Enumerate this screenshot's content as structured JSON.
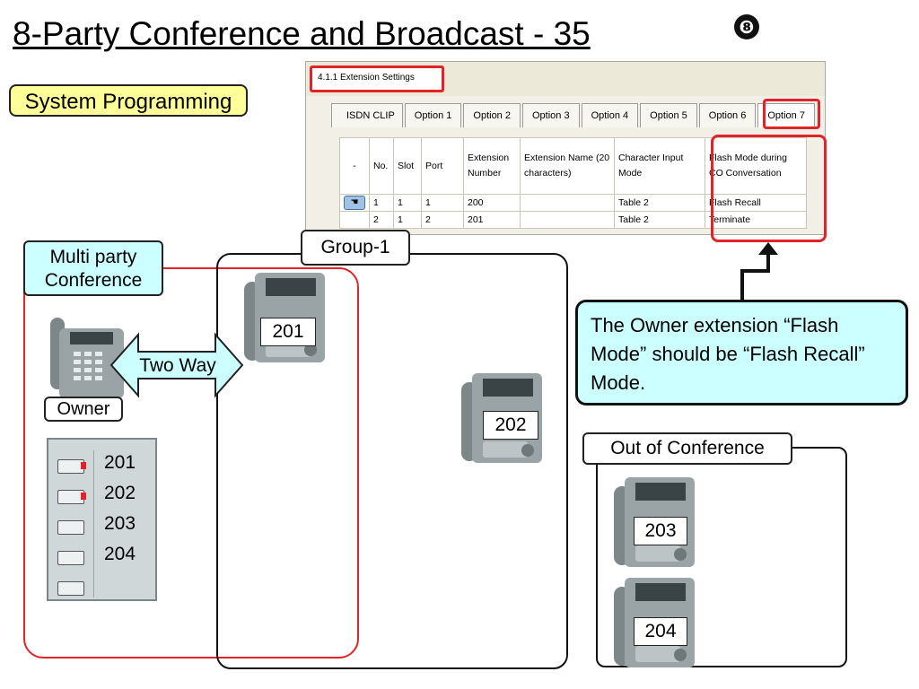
{
  "slide": {
    "title": "8-Party Conference and Broadcast - 35",
    "step_badge": "❽",
    "system_programming_label": "System Programming"
  },
  "screenshot": {
    "window_tab": "4.1.1 Extension Settings",
    "tabs": [
      "ISDN CLIP",
      "Option 1",
      "Option 2",
      "Option 3",
      "Option 4",
      "Option 5",
      "Option 6",
      "Option 7"
    ],
    "active_tab": "Option 7",
    "columns": [
      "-",
      "No.",
      "Slot",
      "Port",
      "Extension Number",
      "Extension Name (20 characters)",
      "Character Input Mode",
      "Flash Mode during CO Conversation"
    ],
    "rows": [
      {
        "no": "1",
        "slot": "1",
        "port": "1",
        "ext": "200",
        "name": "",
        "input_mode": "Table 2",
        "flash_mode": "Flash Recall"
      },
      {
        "no": "2",
        "slot": "1",
        "port": "2",
        "ext": "201",
        "name": "",
        "input_mode": "Table 2",
        "flash_mode": "Terminate"
      }
    ]
  },
  "labels": {
    "multi_party": "Multi party Conference",
    "group": "Group-1",
    "two_way": "Two Way",
    "owner": "Owner",
    "out_of_conference": "Out of Conference",
    "callout": "The Owner extension “Flash Mode” should be “Flash Recall” Mode."
  },
  "phones": {
    "p201": "201",
    "p202": "202",
    "p203": "203",
    "p204": "204"
  },
  "key_panel": {
    "keys": [
      "201",
      "202",
      "203",
      "204",
      ""
    ],
    "lit": [
      true,
      true,
      false,
      false,
      false
    ]
  },
  "colors": {
    "highlight_red": "#e0242a",
    "callout_bg": "#ccffff",
    "sysprog_bg": "#ffff99"
  }
}
